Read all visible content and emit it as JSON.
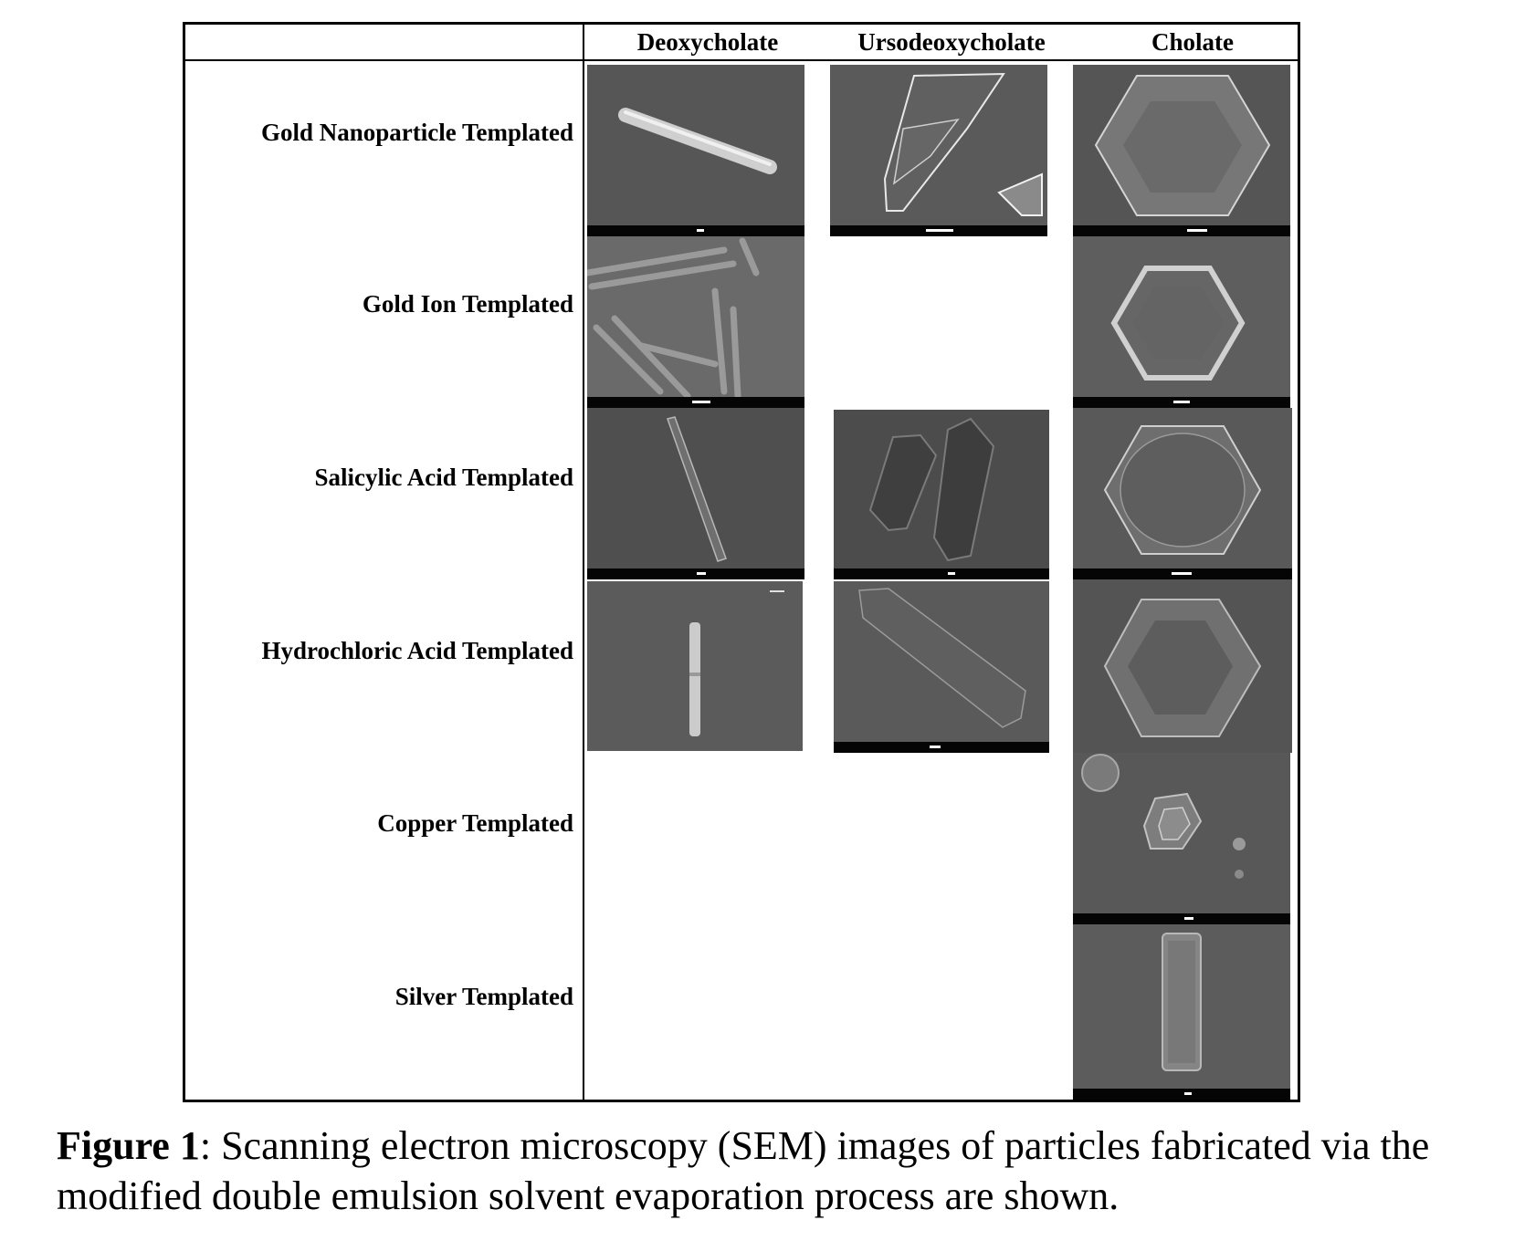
{
  "table": {
    "columns": [
      "Deoxycholate",
      "Ursodeoxycholate",
      "Cholate"
    ],
    "rows": [
      "Gold Nanoparticle Templated",
      "Gold Ion Templated",
      "Salicylic Acid Templated",
      "Hydrochloric Acid Templated",
      "Copper Templated",
      "Silver Templated"
    ]
  },
  "micrographs": [
    {
      "row": "Gold Nanoparticle Templated",
      "column": "Deoxycholate",
      "shape": "single-rod"
    },
    {
      "row": "Gold Nanoparticle Templated",
      "column": "Ursodeoxycholate",
      "shape": "elongated-hexagonal-plate"
    },
    {
      "row": "Gold Nanoparticle Templated",
      "column": "Cholate",
      "shape": "hexagonal-plate"
    },
    {
      "row": "Gold Ion Templated",
      "column": "Deoxycholate",
      "shape": "rod-bundle"
    },
    {
      "row": "Gold Ion Templated",
      "column": "Cholate",
      "shape": "hollow-hexagon"
    },
    {
      "row": "Salicylic Acid Templated",
      "column": "Deoxycholate",
      "shape": "single-rod"
    },
    {
      "row": "Salicylic Acid Templated",
      "column": "Ursodeoxycholate",
      "shape": "two-elongated-hexagonal-plates"
    },
    {
      "row": "Salicylic Acid Templated",
      "column": "Cholate",
      "shape": "hexagonal-prism"
    },
    {
      "row": "Hydrochloric Acid Templated",
      "column": "Deoxycholate",
      "shape": "short-rod"
    },
    {
      "row": "Hydrochloric Acid Templated",
      "column": "Ursodeoxycholate",
      "shape": "elongated-hexagonal-plate"
    },
    {
      "row": "Hydrochloric Acid Templated",
      "column": "Cholate",
      "shape": "hexagonal-prism"
    },
    {
      "row": "Copper Templated",
      "column": "Cholate",
      "shape": "stacked-hexagonal-plates"
    },
    {
      "row": "Silver Templated",
      "column": "Cholate",
      "shape": "rectangular-prism"
    }
  ],
  "caption": {
    "label": "Figure 1",
    "text": ": Scanning electron microscopy (SEM) images of particles fabricated via the modified double emulsion solvent evaporation process are shown."
  }
}
